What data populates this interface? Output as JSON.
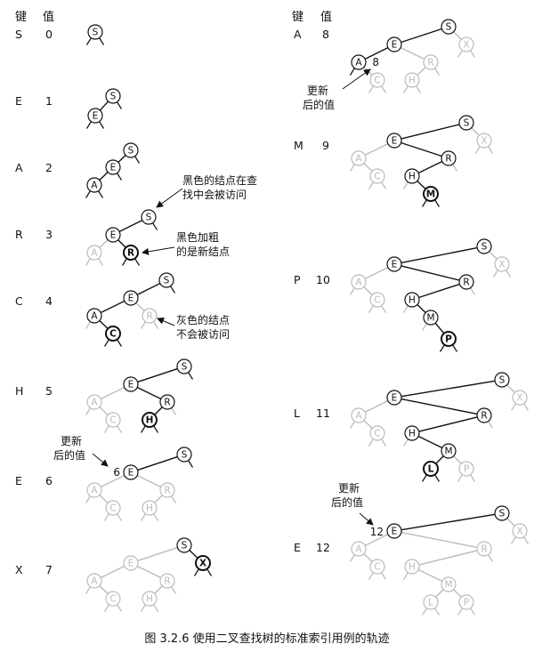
{
  "header_left": {
    "key": "键",
    "value": "值"
  },
  "header_right": {
    "key": "键",
    "value": "值"
  },
  "caption": "图 3.2.6   使用二叉查找树的标准索引用例的轨迹",
  "rows": [
    {
      "key": "S",
      "value": "0"
    },
    {
      "key": "E",
      "value": "1"
    },
    {
      "key": "A",
      "value": "2"
    },
    {
      "key": "R",
      "value": "3"
    },
    {
      "key": "C",
      "value": "4"
    },
    {
      "key": "H",
      "value": "5"
    },
    {
      "key": "E",
      "value": "6"
    },
    {
      "key": "X",
      "value": "7"
    },
    {
      "key": "A",
      "value": "8"
    },
    {
      "key": "M",
      "value": "9"
    },
    {
      "key": "P",
      "value": "10"
    },
    {
      "key": "L",
      "value": "11"
    },
    {
      "key": "E",
      "value": "12"
    }
  ],
  "annotations": {
    "visited_black": [
      "黑色的结点在查",
      "找中会被访问"
    ],
    "new_node": [
      "黑色加粗",
      "的是新结点"
    ],
    "not_visited_gray": [
      "灰色的结点",
      "不会被访问"
    ],
    "updated_value": [
      "更新",
      "后的值"
    ]
  },
  "updated_values": {
    "row6": "6",
    "row8": "8",
    "row12": "12"
  },
  "colors": {
    "visited": "#111111",
    "unvisited": "#bbbbbb"
  }
}
